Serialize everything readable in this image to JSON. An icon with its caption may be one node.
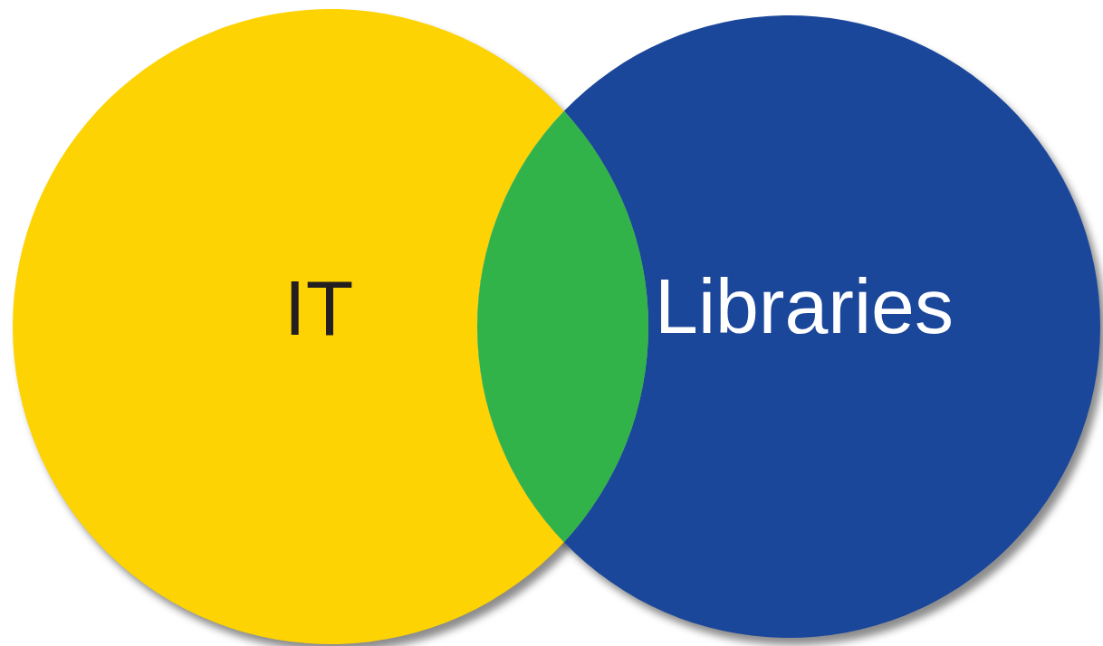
{
  "diagram": {
    "nodes": [
      {
        "text": [
          "IT"
        ]
      },
      {
        "text": [
          "Libraries"
        ]
      },
      {
        "text": [],
        "shape": "lens"
      }
    ]
  }
}
